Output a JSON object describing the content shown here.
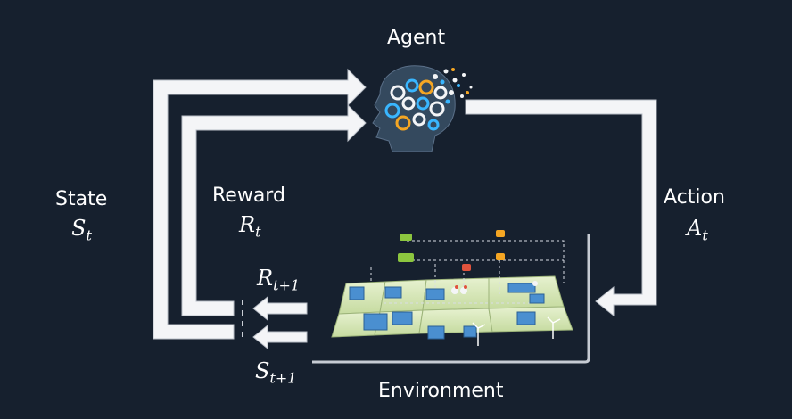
{
  "agent": {
    "label": "Agent",
    "icon": "brain-gears-head-icon"
  },
  "environment": {
    "label": "Environment",
    "icon": "power-grid-map-icon"
  },
  "state": {
    "label": "State",
    "symbol": "S",
    "sub": "t"
  },
  "reward": {
    "label": "Reward",
    "symbol": "R",
    "sub": "t"
  },
  "action": {
    "label": "Action",
    "symbol": "A",
    "sub": "t"
  },
  "next_reward": {
    "symbol": "R",
    "sub": "t+1"
  },
  "next_state": {
    "symbol": "S",
    "sub": "t+1"
  },
  "colors": {
    "background": "#16202e",
    "arrow": "#f4f5f7",
    "grid_tile": "#d7e8b8",
    "equipment": "#4a8fd0"
  }
}
